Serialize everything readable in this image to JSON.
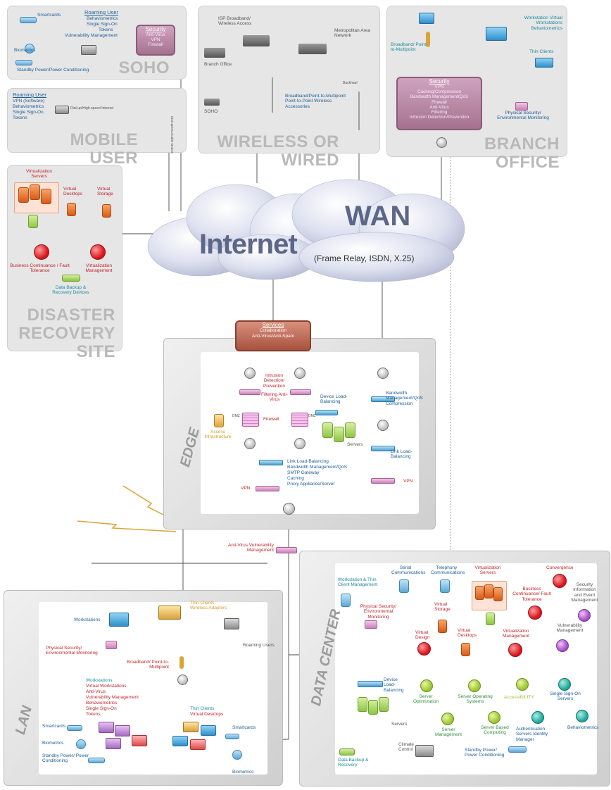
{
  "panels": {
    "soho": {
      "title": "SOHO",
      "roaming_title": "Roaming User",
      "roaming_items": [
        "Behaviometrics",
        "Single Sign-On",
        "Tokens",
        "Vulnerability Management"
      ],
      "smartcards": "Smartcards",
      "biometrics": "Biometrics",
      "standby": "Standby Power/Power Conditioning",
      "security": {
        "title": "Security",
        "items": [
          "Anti-Virus",
          "VPN",
          "Firewall"
        ]
      }
    },
    "mobile": {
      "title": "MOBILE USER",
      "roaming_title": "Roaming User",
      "items": [
        "VPN (Software)",
        "Behaviometrics",
        "Single Sign-On",
        "Tokens"
      ],
      "dialup": "Dial-up/High-speed Internet"
    },
    "wireless": {
      "title": "WIRELESS OR WIRED",
      "isp": "ISP Broadband/ Wireless Access",
      "metro": "Metropolitan Area Network",
      "branch": "Branch Office",
      "soho": "SOHO",
      "broadband": "Broadband/Point-to-Multipoint Point-to-Point Wireless Accessories",
      "backhaul": "Backhaul"
    },
    "branch": {
      "title": "BRANCH OFFICE",
      "workstation": "Workstation Virtual Workstations Behaviometrics",
      "broadband": "Broadband/ Point-to-Multipoint",
      "thin_clients": "Thin Clients",
      "physical": "Physical Security/ Environmental Monitoring",
      "security": {
        "title": "Security",
        "items": [
          "VPN",
          "Caching/Compression",
          "Bandwidth Management/QoS",
          "Firewall",
          "Anti-Virus",
          "Filtering",
          "Intrusion Detection/Prevention"
        ]
      }
    },
    "disaster": {
      "title_line1": "DISASTER",
      "title_line2": "RECOVERY SITE",
      "virt_servers": "Virtualization Servers",
      "virt_desktops": "Virtual Desktops",
      "virt_storage": "Virtual Storage",
      "business": "Business Continuance / Fault Tolerance",
      "virt_mgmt": "Virtualization Management",
      "backup": "Data Backup & Recovery Devices"
    }
  },
  "clouds": {
    "internet": "Internet",
    "wan": "WAN",
    "wan_sub": "(Frame Relay, ISDN, X.25)"
  },
  "wires": {
    "dsl": "Dial-up/DSL/Cable Modem"
  },
  "edge": {
    "title": "EDGE",
    "services_title": "Services",
    "services_items": [
      "Collaboration",
      "Anti-Virus/Anti-Spam"
    ],
    "ids": "Intrusion Detection/ Prevention",
    "filtering": "Filtering Anti-Virus",
    "device_lb": "Device Load-Balancing",
    "firewall": "Firewall",
    "access": "Access Infrastructure",
    "dmz": "DMZ",
    "servers": "Servers",
    "bandwidth": "Bandwidth Management/QoS Compression",
    "link_lb_right": "Link Load-Balancing",
    "link_lb_list": [
      "Link Load-Balancing",
      "Bandwidth Management/QoS",
      "SMTP Gateway",
      "Caching",
      "Proxy Appliance/Server"
    ],
    "vpn_left": "VPN",
    "vpn_right": "VPN"
  },
  "between": "Anti-Virus Vulnerability Management",
  "lan": {
    "title": "LAN",
    "workstations": "Workstations",
    "thin_clients_wireless": "Thin Clients Wireless Adapters",
    "physical": "Physical Security/ Environmental Monitoring",
    "roaming": "Roaming Users",
    "broadband": "Broadband/ Point-to-Multipoint",
    "ws_list": [
      "Workstations",
      "Virtual Workstations",
      "Anti-Virus",
      "Vulnerability Management",
      "Behaviometrics",
      "Single Sign-On",
      "Tokens"
    ],
    "smartcards_left": "Smartcards",
    "biometrics_left": "Biometrics",
    "standby": "Standby Power/ Power Conditioning",
    "thin_title": "Thin Clients",
    "thin_sub": "Virtual Desktops",
    "smartcards_right": "Smartcards",
    "biometrics_right": "Biometrics"
  },
  "datacenter": {
    "title": "DATA CENTER",
    "serial": "Serial Communications",
    "telephony": "Telephony Communications",
    "virt_servers": "Virtualization Servers",
    "convergence": "Convergence",
    "ws_thin_mgmt": "Workstation & Thin Client Management",
    "business": "Business Continuance/ Fault Tolerance",
    "siem": "Security Information and Event Management",
    "physical": "Physical Security/ Environmental Monitoring",
    "virt_storage": "Virtual Storage",
    "virt_design": "Virtual Design",
    "virt_desktops": "Virtual Desktops",
    "virt_mgmt": "Virtualization Management",
    "vuln": "Vulnerability Management",
    "device_lb": "Device Load-Balancing",
    "server_opt": "Server Optimization",
    "server_os": "Server Operating Systems",
    "accessibility": "AccessIBILITY",
    "sso": "Single Sign-On Servers",
    "servers": "Servers",
    "server_mgmt": "Server Management",
    "server_based": "Server Based Computing",
    "auth": "Authentication Servers Identity Manager",
    "behaviometrics": "Behaviometrics",
    "climate": "Climate Control",
    "backup": "Data Backup & Recovery",
    "standby": "Standby Power/ Power Conditioning"
  }
}
